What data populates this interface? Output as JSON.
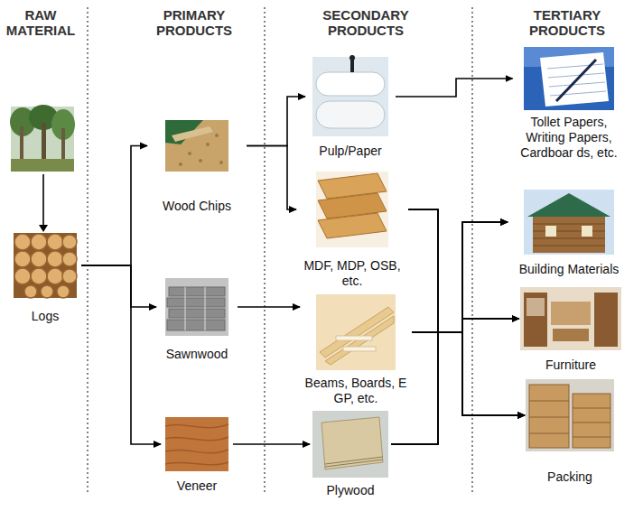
{
  "diagram": {
    "nodes": [
      {
        "text": [
          "Logs"
        ]
      },
      {
        "text": [
          "Wood Chips"
        ]
      },
      {
        "text": [
          "Sawnwood"
        ]
      },
      {
        "text": [
          "Veneer"
        ]
      },
      {
        "text": [
          "Pulp/Paper"
        ]
      },
      {
        "text": [
          "MDF, MDP, OSB, etc."
        ]
      },
      {
        "text": [
          "Beams, Boards, E GP, etc."
        ]
      },
      {
        "text": [
          "Plywood"
        ]
      },
      {
        "text": [
          "Tollet Papers, Writing Papers, Cardboar ds, etc."
        ]
      },
      {
        "text": [
          "Building Materials"
        ]
      },
      {
        "text": [
          "Furniture"
        ]
      },
      {
        "text": [
          "Packing"
        ]
      }
    ],
    "edges": [
      {
        "from": 0,
        "to": 1,
        "arrow": "to"
      },
      {
        "from": 0,
        "to": 2,
        "arrow": "to"
      },
      {
        "from": 0,
        "to": 3,
        "arrow": "to"
      },
      {
        "from": 1,
        "to": 4,
        "arrow": "to"
      },
      {
        "from": 1,
        "to": 5,
        "arrow": "to"
      },
      {
        "from": 2,
        "to": 6,
        "arrow": "to"
      },
      {
        "from": 3,
        "to": 7,
        "arrow": "to"
      },
      {
        "from": 4,
        "to": 8,
        "arrow": "to"
      },
      {
        "from": 5,
        "to": 9,
        "arrow": "to"
      },
      {
        "from": 5,
        "to": 10,
        "arrow": "to"
      },
      {
        "from": 5,
        "to": 11,
        "arrow": "to"
      },
      {
        "from": 6,
        "to": 9,
        "arrow": "to"
      },
      {
        "from": 6,
        "to": 10,
        "arrow": "to"
      },
      {
        "from": 6,
        "to": 11,
        "arrow": "to"
      },
      {
        "from": 7,
        "to": 9,
        "arrow": "to"
      },
      {
        "from": 7,
        "to": 10,
        "arrow": "to"
      },
      {
        "from": 7,
        "to": 11,
        "arrow": "to"
      }
    ],
    "labels": [
      "RAW MATERIAL",
      "PRIMARY PRODUCTS",
      "SECONDARY PRODUCTS",
      "TERTIARY PRODUCTS"
    ]
  }
}
